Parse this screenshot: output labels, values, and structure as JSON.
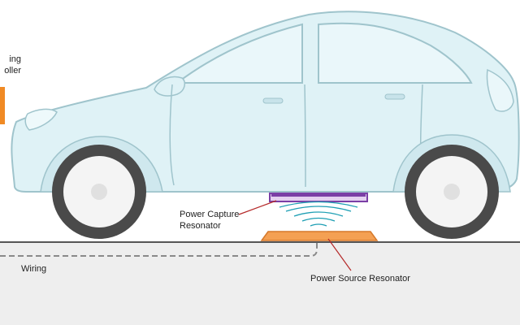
{
  "labels": {
    "controller_line1": "ing",
    "controller_line2": "oller",
    "power_capture_line1": "Power Capture",
    "power_capture_line2": "Resonator",
    "wiring": "Wiring",
    "power_source": "Power Source Resonator"
  },
  "colors": {
    "car_body": "#dff2f6",
    "car_outline": "#9fc4cc",
    "tire": "#4a4a4a",
    "rim": "#f4f4f4",
    "capture_resonator": "#7b3fa6",
    "source_resonator": "#f4a053",
    "source_resonator_edge": "#d5782b",
    "ground": "#eeeeee",
    "ground_line": "#555555",
    "pointer_line": "#b52a2a",
    "wave": "#1e9fb4",
    "controller": "#f08a24"
  }
}
